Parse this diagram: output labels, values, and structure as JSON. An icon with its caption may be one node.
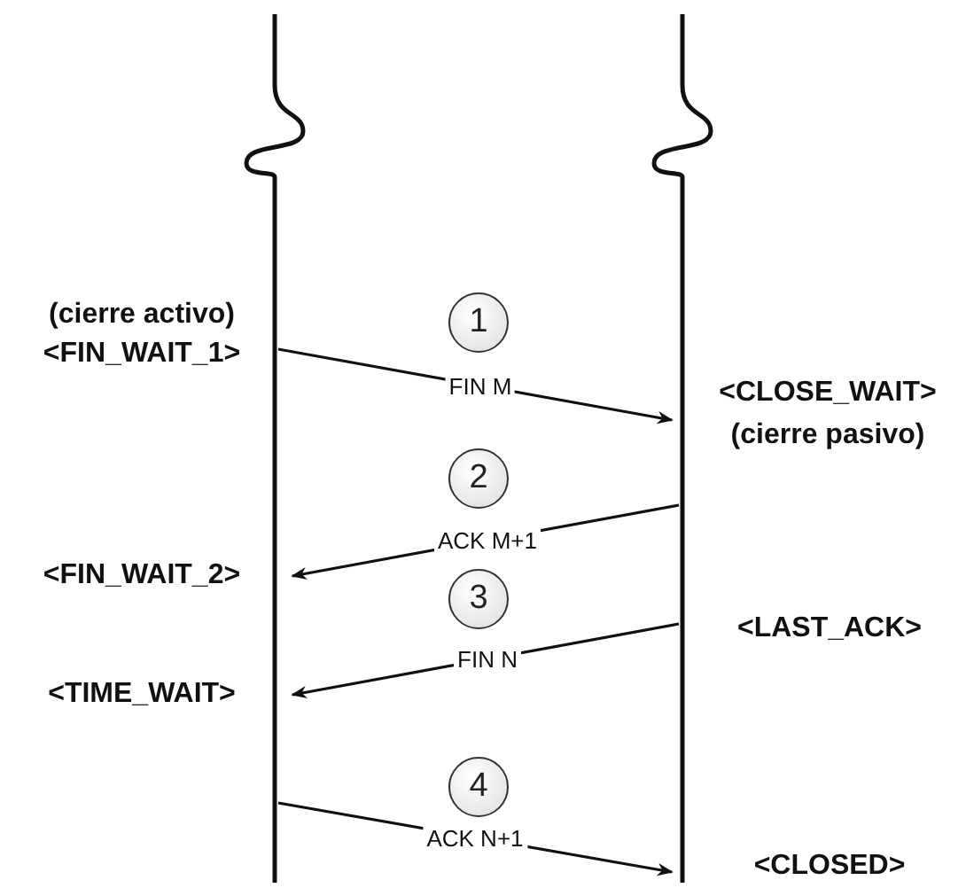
{
  "diagram": {
    "nodes": [
      {
        "text": [],
        "shape": "line"
      },
      {
        "text": [],
        "shape": "line"
      },
      {
        "text": [
          "1"
        ]
      },
      {
        "text": [
          "2"
        ]
      },
      {
        "text": [
          "3"
        ]
      },
      {
        "text": [
          "4"
        ]
      }
    ],
    "edges": [
      {
        "from": 0,
        "to": 1,
        "arrow": "to",
        "label": "FIN M"
      },
      {
        "from": 1,
        "to": 0,
        "arrow": "to",
        "label": "ACK M+1"
      },
      {
        "from": 1,
        "to": 0,
        "arrow": "to",
        "label": "FIN N"
      },
      {
        "from": 0,
        "to": 1,
        "arrow": "to",
        "label": "ACK N+1"
      }
    ],
    "labels": [
      "(cierre activo)",
      "<FIN_WAIT_1>",
      "<CLOSE_WAIT>",
      "(cierre pasivo)",
      "<FIN_WAIT_2>",
      "<LAST_ACK>",
      "<TIME_WAIT>",
      "<CLOSED>"
    ]
  }
}
